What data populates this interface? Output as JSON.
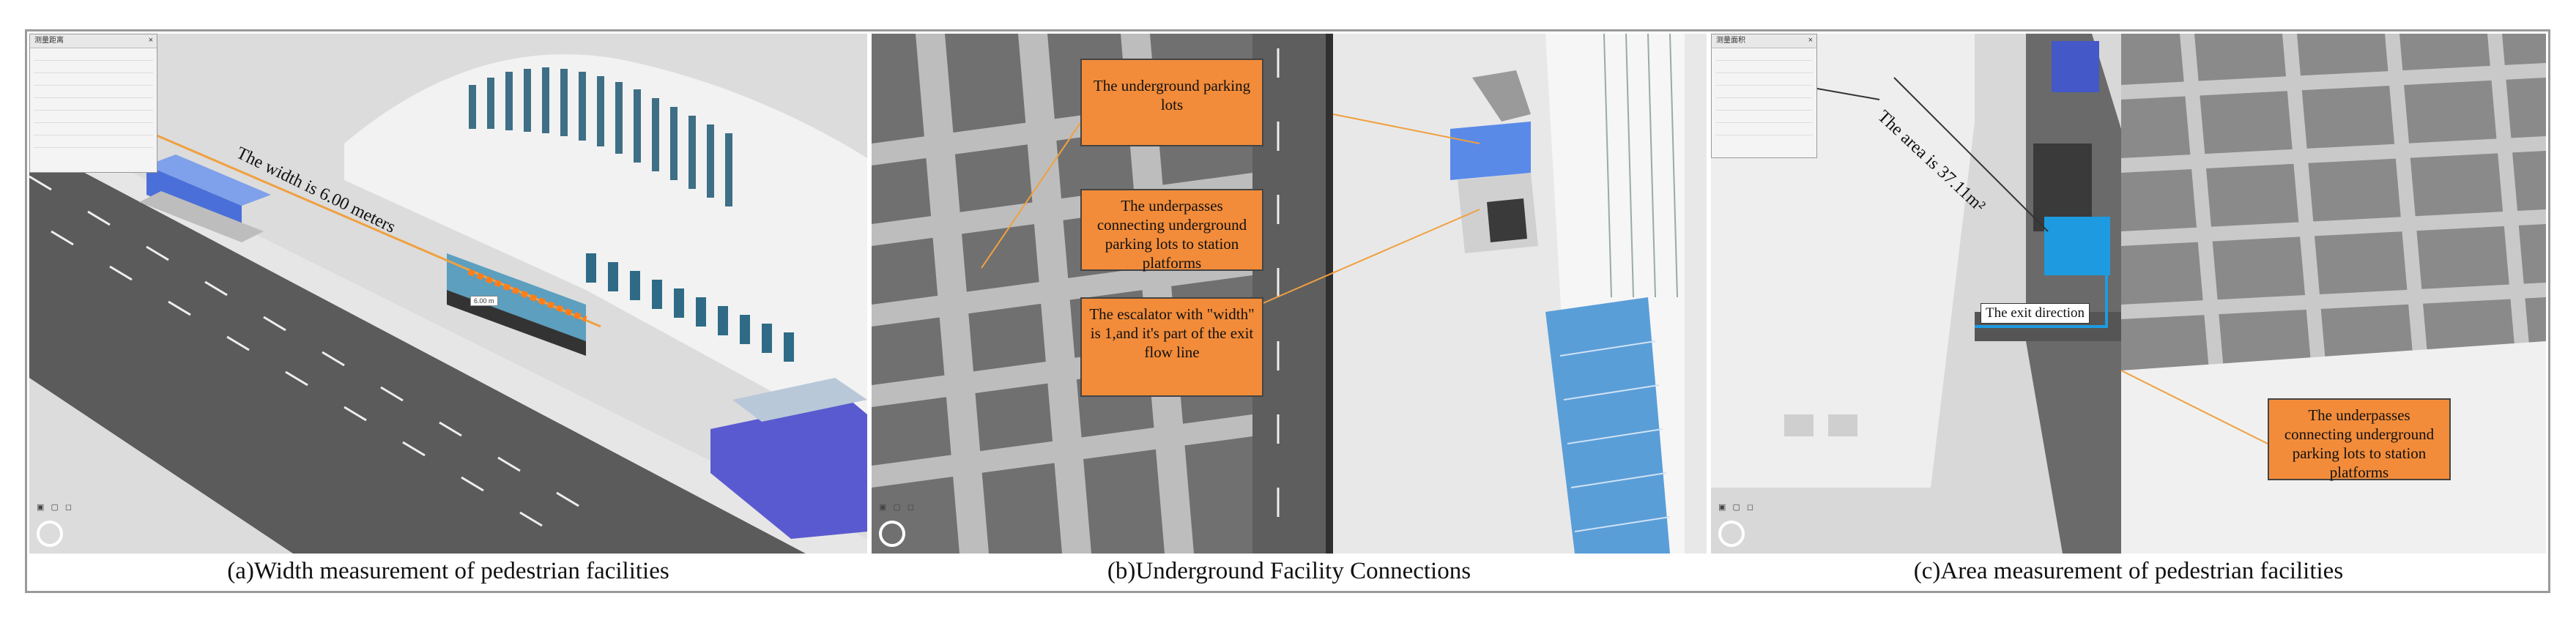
{
  "figure": {
    "captions": {
      "a": "(a)Width measurement of pedestrian facilities",
      "b": "(b)Underground Facility Connections",
      "c": "(c)Area measurement of pedestrian facilities"
    }
  },
  "panel_a": {
    "annotation": "The width is 6.00 meters",
    "measure_tag": "6.00 m",
    "tool_panel": {
      "title": "测量距离",
      "close": "×"
    }
  },
  "panel_b": {
    "callouts": [
      "The underground parking lots",
      "The underpasses connecting underground parking lots to station platforms",
      "The escalator with \"width\" is 1,and it's part of the exit flow line"
    ]
  },
  "panel_c": {
    "annotation": "The area is 37.11m²",
    "exit_label": "The exit direction",
    "callout": "The underpasses connecting underground parking lots to station platforms",
    "tool_panel": {
      "title": "测量面积",
      "close": "×"
    }
  },
  "colors": {
    "callout_fill": "#f28c3a",
    "glass_blue": "#4a86d8",
    "exit_blue": "#1e9be0",
    "road": "#5a5a5a"
  },
  "icons": [
    "close-icon",
    "rotate-ring-icon",
    "nav-icons"
  ]
}
